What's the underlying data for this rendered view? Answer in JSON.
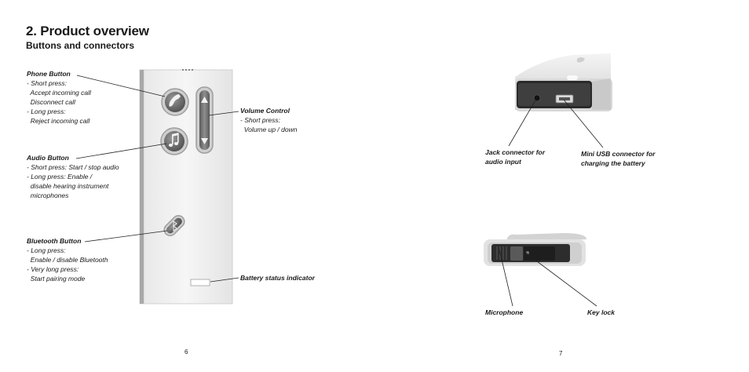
{
  "page": {
    "title": "2. Product overview",
    "subtitle": "Buttons and connectors",
    "left_page_number": "6",
    "right_page_number": "7"
  },
  "callouts": {
    "phone": {
      "heading": "Phone Button",
      "lines": [
        "- Short press:",
        "  Accept incoming call",
        "  Disconnect call",
        "- Long press:",
        "  Reject incoming call"
      ]
    },
    "audio": {
      "heading": "Audio Button",
      "lines": [
        "- Short press: Start / stop audio",
        "- Long press: Enable /",
        "  disable hearing instrument",
        "  microphones"
      ]
    },
    "bluetooth": {
      "heading": "Bluetooth Button",
      "lines": [
        "- Long press:",
        "  Enable / disable Bluetooth",
        "- Very long press:",
        "  Start pairing mode"
      ]
    },
    "volume": {
      "heading": "Volume Control",
      "lines": [
        "- Short press:",
        "  Volume up / down"
      ]
    },
    "battery": {
      "heading": "Battery status indicator"
    },
    "jack": {
      "heading": "Jack connector for\naudio input"
    },
    "usb": {
      "heading": "Mini USB connector for\ncharging the battery"
    },
    "microphone": {
      "heading": "Microphone"
    },
    "keylock": {
      "heading": "Key lock"
    }
  },
  "icons": {
    "phone_button": "phone-handset-icon",
    "audio_button": "music-note-icon",
    "bluetooth_button": "bluetooth-icon",
    "volume_up": "triangle-up-icon",
    "volume_down": "triangle-down-icon"
  },
  "colors": {
    "device_body": "#ececec",
    "button_ring": "#8a8a8a",
    "button_face": "#6e6e6e"
  }
}
